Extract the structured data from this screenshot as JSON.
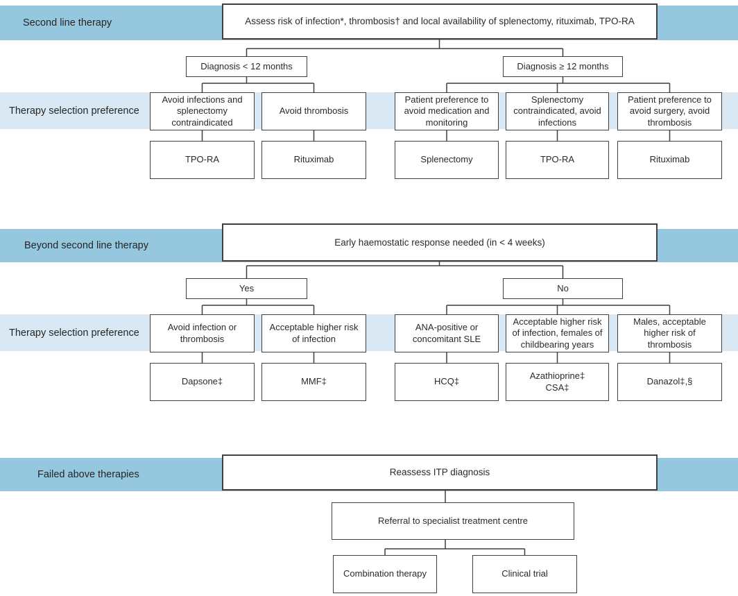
{
  "palette": {
    "band_blue": "#95c7df",
    "band_light": "#d9e8f2",
    "line": "#3f3f3f",
    "ink": "#2a2a2a"
  },
  "sections": {
    "second_line": {
      "band_label": "Second line therapy",
      "root": "Assess risk of infection*, thrombosis† and local availability of splenectomy, rituximab, TPO-RA",
      "branch_left": "Diagnosis < 12 months",
      "branch_right": "Diagnosis ≥ 12 months",
      "preference_band_label": "Therapy selection preference",
      "preferences": [
        "Avoid infections and splenectomy contraindicated",
        "Avoid thrombosis",
        "Patient preference to avoid medication and monitoring",
        "Splenectomy contraindicated, avoid infections",
        "Patient preference to avoid surgery, avoid thrombosis"
      ],
      "therapies": [
        "TPO-RA",
        "Rituximab",
        "Splenectomy",
        "TPO-RA",
        "Rituximab"
      ]
    },
    "beyond": {
      "band_label": "Beyond second line therapy",
      "root": "Early haemostatic response needed (in < 4 weeks)",
      "branch_left": "Yes",
      "branch_right": "No",
      "preference_band_label": "Therapy selection preference",
      "preferences": [
        "Avoid infection or thrombosis",
        "Acceptable higher risk of infection",
        "ANA-positive or concomitant SLE",
        "Acceptable higher risk of infection, females of childbearing years",
        "Males, acceptable higher risk of thrombosis"
      ],
      "therapies": [
        "Dapsone‡",
        "MMF‡",
        "HCQ‡",
        "Azathioprine‡\nCSA‡",
        "Danazol‡,§"
      ]
    },
    "failed": {
      "band_label": "Failed above therapies",
      "root": "Reassess ITP diagnosis",
      "referral": "Referral to specialist treatment centre",
      "options": [
        "Combination therapy",
        "Clinical trial"
      ]
    }
  }
}
